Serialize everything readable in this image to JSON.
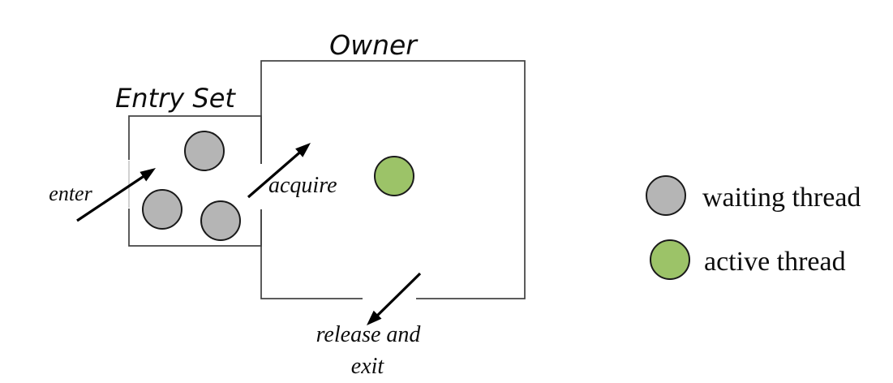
{
  "diagram": {
    "owner_label": "Owner",
    "entry_set_label": "Entry Set",
    "enter_label": "enter",
    "acquire_label": "acquire",
    "release_label_line1": "release and",
    "release_label_line2": "exit",
    "entry_set_waiting_thread_count": 3,
    "owner_active_thread_count": 1
  },
  "legend": {
    "items": [
      {
        "name": "waiting-thread",
        "label": "waiting thread",
        "color": "#b5b5b5"
      },
      {
        "name": "active-thread",
        "label": "active thread",
        "color": "#9cc368"
      }
    ]
  },
  "colors": {
    "waiting_fill": "#b5b5b5",
    "active_fill": "#9cc368",
    "box_outline": "#404040",
    "arrow": "#000000",
    "background": "#ffffff"
  }
}
